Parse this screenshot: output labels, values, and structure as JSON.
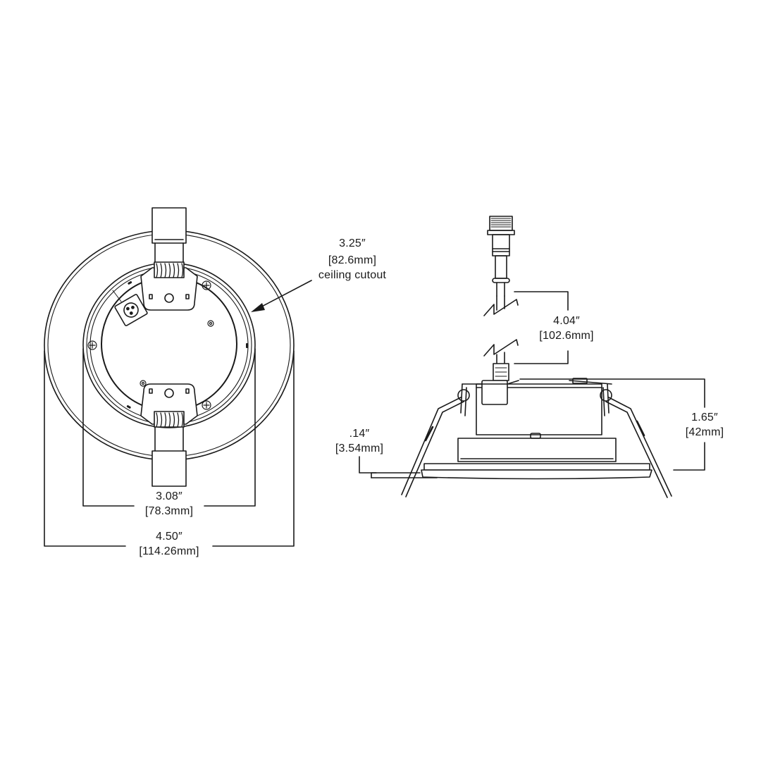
{
  "diagram": {
    "type": "technical-dimension-drawing",
    "views": [
      "top-view",
      "side-view"
    ],
    "colors": {
      "line": "#1a1a1a",
      "background": "#ffffff"
    }
  },
  "dimensions": {
    "ceiling_cutout": {
      "imperial": "3.25″",
      "metric": "[82.6mm]",
      "note": "ceiling cutout"
    },
    "inner_diameter": {
      "imperial": "3.08″",
      "metric": "[78.3mm]"
    },
    "outer_diameter": {
      "imperial": "4.50″",
      "metric": "[114.26mm]"
    },
    "cable_length": {
      "imperial": "4.04″",
      "metric": "[102.6mm]"
    },
    "height": {
      "imperial": "1.65″",
      "metric": "[42mm]"
    },
    "trim_thickness": {
      "imperial": ".14″",
      "metric": "[3.54mm]"
    }
  }
}
